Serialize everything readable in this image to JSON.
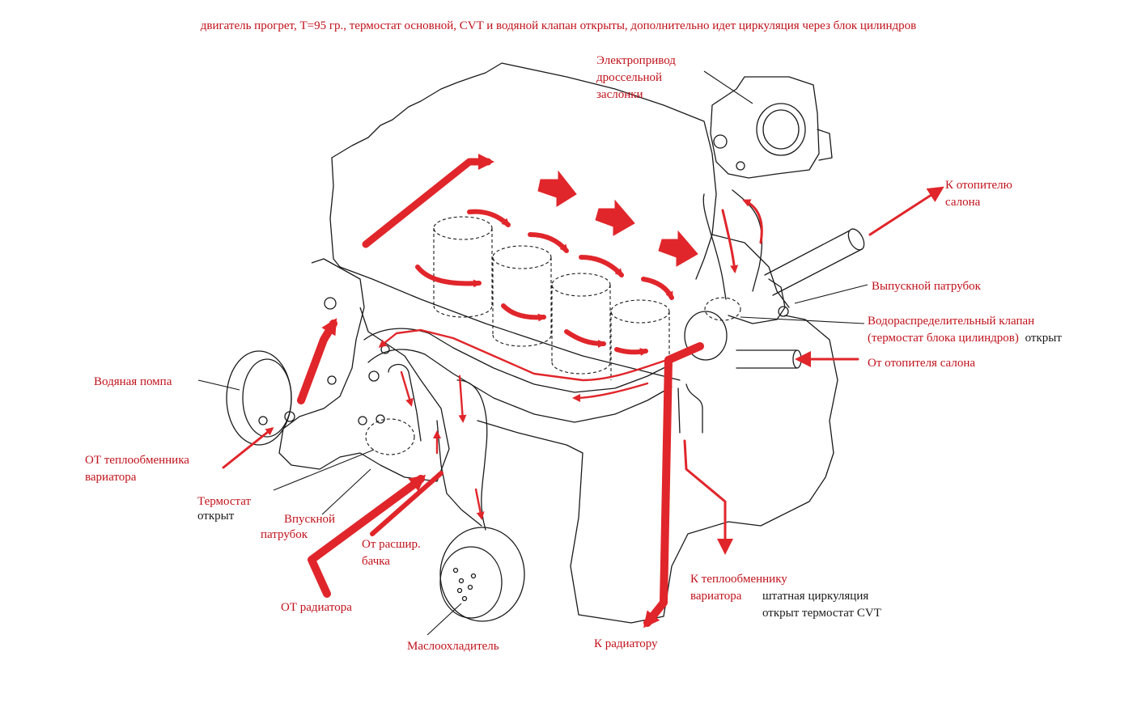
{
  "title": "двигатель прогрет, Т=95 гр., термостат основной, CVT и водяной клапан открыты, дополнительно идет циркуляция через блок цилиндров",
  "colors": {
    "flow": "#e0262b",
    "label": "#c0121b",
    "outline": "#1a1a1a"
  },
  "labels": {
    "throttle": [
      "Электропривод",
      "дроссельной",
      "заслонки"
    ],
    "to_heater": [
      "К отопителю",
      "салона"
    ],
    "outlet_pipe": "Выпускной патрубок",
    "water_valve_line1": "Водораспределительный клапан",
    "water_valve_line2_main": "(термостат блока цилиндров)",
    "water_valve_line2_extra": "открыт",
    "from_heater": "От отопителя салона",
    "water_pump": "Водяная помпа",
    "from_cvt_exchanger": [
      "ОТ теплообменника",
      "вариатора"
    ],
    "thermostat": [
      "Термостат",
      "открыт"
    ],
    "inlet_pipe": [
      "Впускной",
      "патрубок"
    ],
    "from_expansion_tank": [
      "От расшир.",
      "бачка"
    ],
    "from_radiator": "ОТ радиатора",
    "oil_cooler": "Маслоохладитель",
    "to_radiator": "К радиатору",
    "to_cvt_exchanger": [
      "К теплообменнику",
      "вариатора"
    ],
    "cvt_note": [
      "штатная циркуляция",
      "открыт термостат CVT"
    ]
  }
}
